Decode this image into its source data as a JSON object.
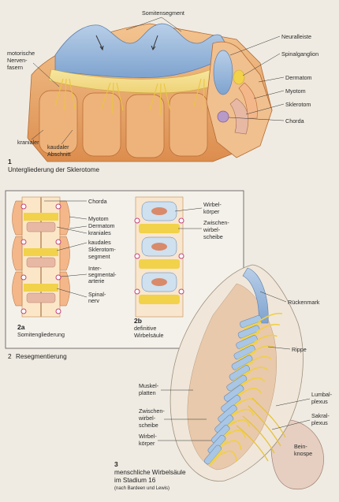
{
  "fig1": {
    "number": "1",
    "caption": "Untergliederung der Sklerotome",
    "labels": {
      "somitensegment": "Somitensegment",
      "motorische": [
        "motorische",
        "Nerven-",
        "fasern"
      ],
      "neuralleiste": "Neuralleiste",
      "spinalganglion": "Spinalganglion",
      "dermatom": "Dermatom",
      "myotom": "Myotom",
      "sklerotom": "Sklerotom",
      "chorda": "Chorda",
      "kranialer": "kranialer",
      "kaudaler": [
        "kaudaler",
        "Abschnitt"
      ]
    }
  },
  "fig2": {
    "number": "2",
    "caption": "Resegmentierung",
    "labels": {
      "chorda": "Chorda",
      "myotom": "Myotom",
      "dermatom": "Dermatom",
      "kraniales": "kraniales",
      "kaudales": "kaudales",
      "sklerotom": [
        "Sklerotom-",
        "segment"
      ],
      "intersegmental": [
        "Inter-",
        "segmental-",
        "arterie"
      ],
      "spinalnerv": [
        "Spinal-",
        "nerv"
      ],
      "wirbelkoerper": [
        "Wirbel-",
        "körper"
      ],
      "zwischenwirbel": [
        "Zwischen-",
        "wirbel-",
        "scheibe"
      ]
    },
    "sub_a": {
      "number": "2a",
      "text": "Somitengliederung"
    },
    "sub_b": {
      "number": "2b",
      "text": [
        "definitive",
        "Wirbelsäule"
      ]
    }
  },
  "fig3": {
    "number": "3",
    "caption": [
      "menschliche Wirbelsäule",
      "im Stadium 16"
    ],
    "credit": "(nach Bardeen und Lewis)",
    "labels": {
      "rueckenmark": "Rückenmark",
      "rippe": "Rippe",
      "muskelplatten": [
        "Muskel-",
        "platten"
      ],
      "zwischenwirbel": [
        "Zwischen-",
        "wirbel-",
        "scheibe"
      ],
      "wirbelkoerper": [
        "Wirbel-",
        "körper"
      ],
      "lumbal": [
        "Lumbal-",
        "plexus"
      ],
      "sakral": [
        "Sakral-",
        "plexus"
      ],
      "bein": [
        "Bein-",
        "knospe"
      ]
    }
  },
  "colors": {
    "background": "#efebe2",
    "tissue_orange": "#e9a66a",
    "tissue_light": "#f6d3a4",
    "neural_blue": "#8fb4d8",
    "nerve_yellow": "#f1d24a",
    "sclerotome_pink": "#e7b9a4",
    "chorda_purple": "#b79ac8"
  }
}
